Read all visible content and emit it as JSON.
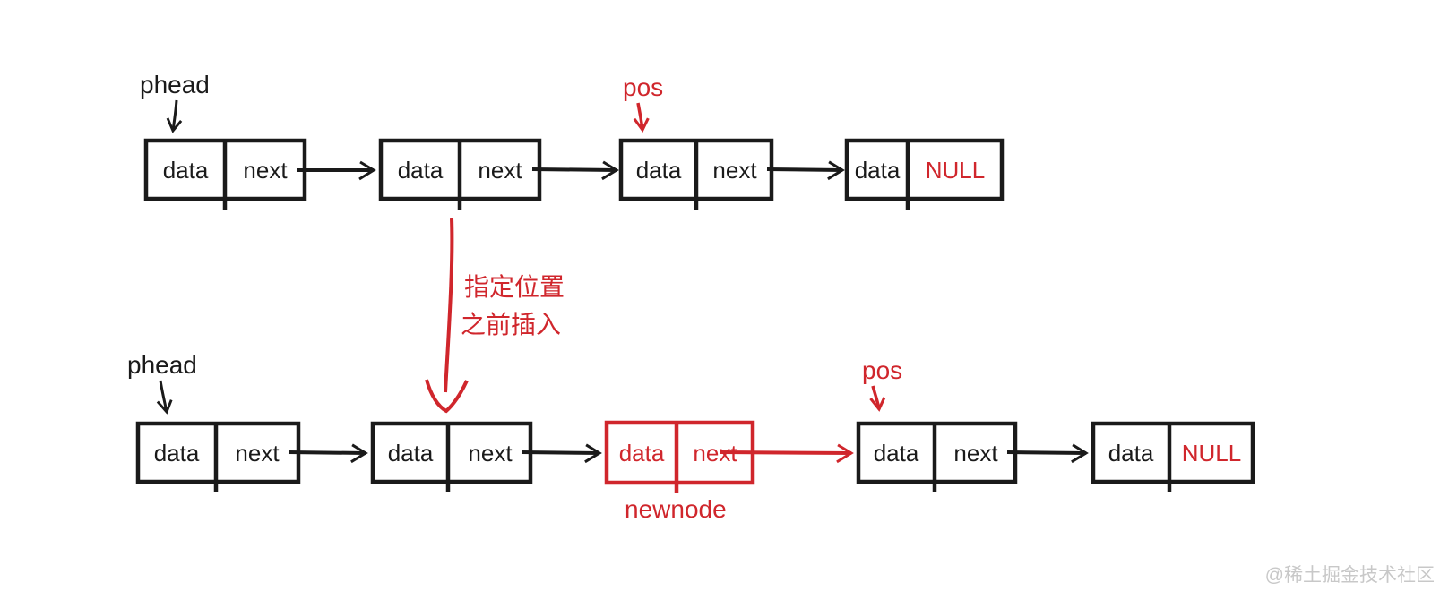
{
  "canvas": {
    "background": "#ffffff"
  },
  "colors": {
    "ink": "#1a1a1a",
    "accent_red": "#d0262c",
    "watermark_gray": "#c8c8c8"
  },
  "annotation": {
    "line1": "指定位置",
    "line2": "之前插入"
  },
  "top_list": {
    "pointer_label": "phead",
    "pos_label": "pos",
    "nodes": [
      {
        "data": "data",
        "next": "next"
      },
      {
        "data": "data",
        "next": "next"
      },
      {
        "data": "data",
        "next": "next"
      },
      {
        "data": "data",
        "next": "NULL"
      }
    ]
  },
  "bottom_list": {
    "pointer_label": "phead",
    "pos_label": "pos",
    "newnode_label": "newnode",
    "nodes": [
      {
        "data": "data",
        "next": "next"
      },
      {
        "data": "data",
        "next": "next"
      },
      {
        "data": "data",
        "next": "next"
      },
      {
        "data": "data",
        "next": "next"
      },
      {
        "data": "data",
        "next": "NULL"
      }
    ]
  },
  "watermark": "@稀土掘金技术社区"
}
